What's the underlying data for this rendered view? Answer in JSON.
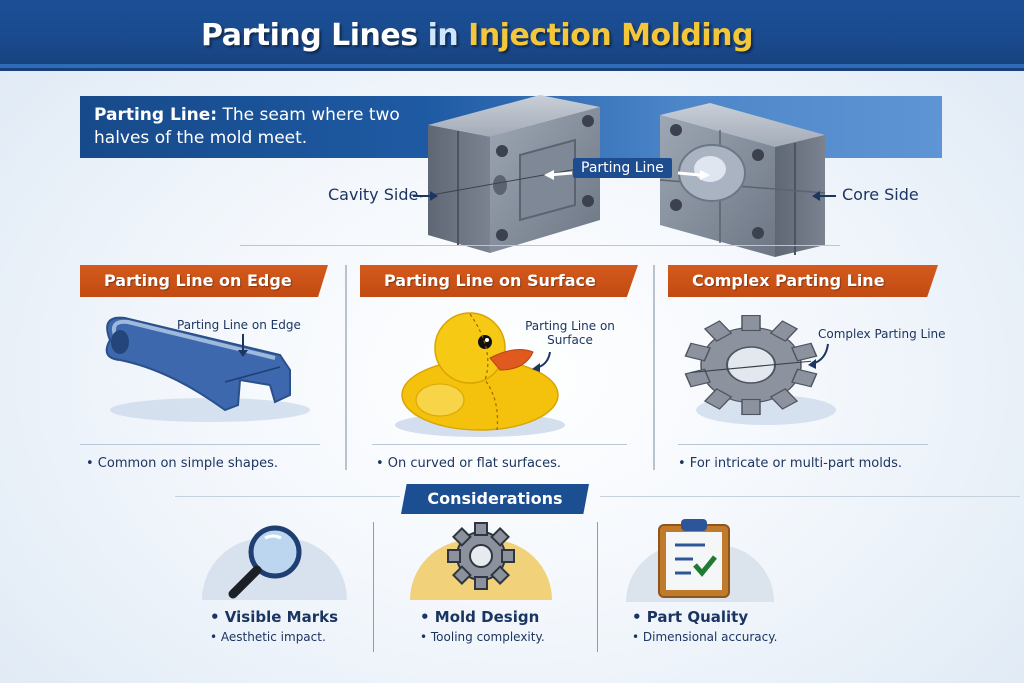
{
  "header": {
    "title_part1": "Parting Lines",
    "title_part2": "in",
    "title_part3": "Injection Molding"
  },
  "definition": {
    "term": "Parting Line:",
    "text": "The seam where two halves of the mold meet."
  },
  "mold_illustration": {
    "left_label": "Cavity Side",
    "right_label": "Core Side",
    "center_label": "Parting Line"
  },
  "types": [
    {
      "heading": "Parting Line on Edge",
      "callout": "Parting Line on Edge",
      "bullet": "• Common on simple shapes.",
      "illustration": "wrench-part"
    },
    {
      "heading": "Parting Line on Surface",
      "callout_line1": "Parting Line on",
      "callout_line2": "Surface",
      "bullet": "• On curved or flat surfaces.",
      "illustration": "rubber-duck"
    },
    {
      "heading": "Complex Parting Line",
      "callout": "Complex Parting Line",
      "bullet": "• For intricate or multi-part molds.",
      "illustration": "gear"
    }
  ],
  "considerations": {
    "heading": "Considerations",
    "items": [
      {
        "title": "• Visible Marks",
        "detail": "• Aesthetic impact.",
        "icon": "magnifier-icon"
      },
      {
        "title": "• Mold Design",
        "detail": "• Tooling complexity.",
        "icon": "gear-icon"
      },
      {
        "title": "• Part Quality",
        "detail": "• Dimensional accuracy.",
        "icon": "clipboard-check-icon"
      }
    ]
  },
  "colors": {
    "header_blue": "#1a4a8e",
    "accent_orange": "#c24b13",
    "title_yellow": "#f4c73b",
    "text_navy": "#1c3561"
  }
}
